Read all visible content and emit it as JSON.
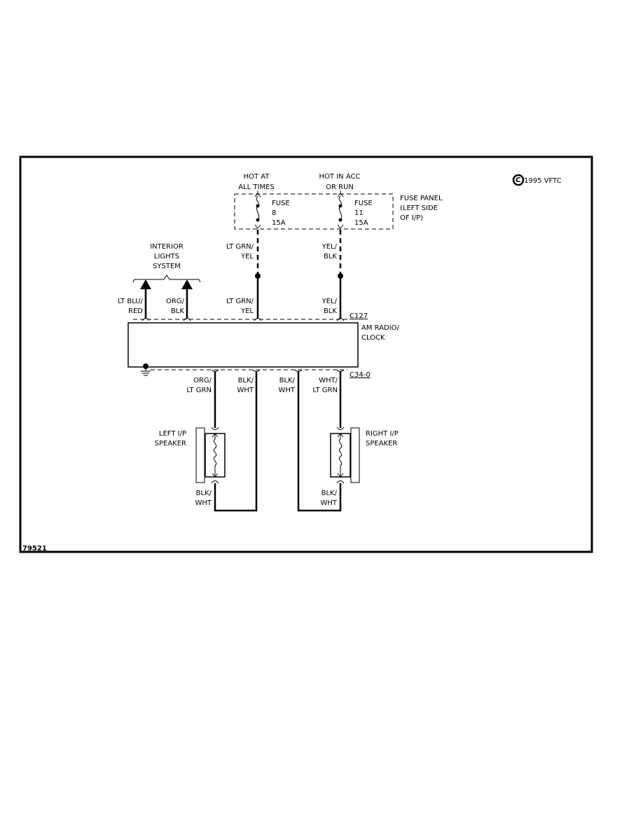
{
  "copyright": "1995 VFTC",
  "figure_number": "79521",
  "fuse_panel": {
    "label_lines": [
      "FUSE PANEL",
      "(LEFT SIDE",
      "OF I/P)"
    ],
    "fuse_a": {
      "power_lines": [
        "HOT AT",
        "ALL TIMES"
      ],
      "lines": [
        "FUSE",
        "8",
        "15A"
      ]
    },
    "fuse_b": {
      "power_lines": [
        "HOT IN ACC",
        "OR RUN"
      ],
      "lines": [
        "FUSE",
        "11",
        "15A"
      ]
    }
  },
  "interior_lights": {
    "label_lines": [
      "INTERIOR",
      "LIGHTS",
      "SYSTEM"
    ],
    "wire_a": [
      "LT BLU/",
      "RED"
    ],
    "wire_b": [
      "ORG/",
      "BLK"
    ]
  },
  "fuse_wires": {
    "upper_a": [
      "LT GRN/",
      "YEL"
    ],
    "upper_b": [
      "YEL/",
      "BLK"
    ],
    "lower_a": [
      "LT GRN/",
      "YEL"
    ],
    "lower_b": [
      "YEL/",
      "BLK"
    ]
  },
  "connectors": {
    "top": "C127",
    "bottom": "C34-0"
  },
  "radio": {
    "label_lines": [
      "AM RADIO/",
      "CLOCK"
    ]
  },
  "speaker_wires": {
    "w1": [
      "ORG/",
      "LT GRN"
    ],
    "w2": [
      "BLK/",
      "WHT"
    ],
    "w3": [
      "BLK/",
      "WHT"
    ],
    "w4": [
      "WHT/",
      "LT GRN"
    ]
  },
  "left_speaker": {
    "label_lines": [
      "LEFT I/P",
      "SPEAKER"
    ],
    "ground_wire": [
      "BLK/",
      "WHT"
    ]
  },
  "right_speaker": {
    "label_lines": [
      "RIGHT I/P",
      "SPEAKER"
    ],
    "ground_wire": [
      "BLK/",
      "WHT"
    ]
  }
}
